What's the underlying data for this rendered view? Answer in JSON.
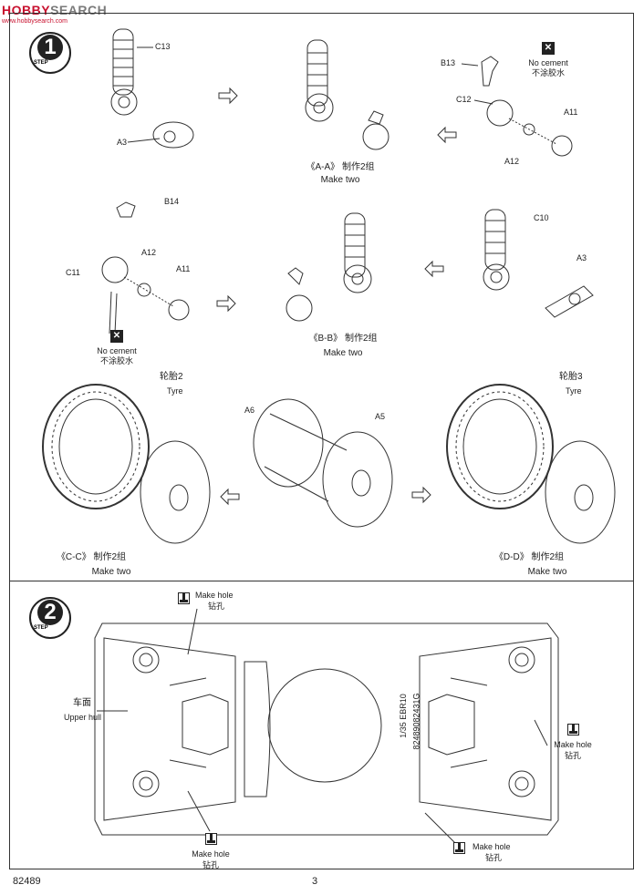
{
  "watermark": {
    "brand_a": "HOBBY",
    "brand_b": "SEARCH",
    "sub": "www.hobbysearch.com"
  },
  "step1": {
    "badge_number": "1",
    "badge_word": "STEP",
    "parts": {
      "C13": "C13",
      "A3_top": "A3",
      "B13": "B13",
      "C12": "C12",
      "A11_top": "A11",
      "A12_top": "A12",
      "B14": "B14",
      "A12_mid": "A12",
      "C11": "C11",
      "A11_mid": "A11",
      "C10": "C10",
      "A3_mid": "A3",
      "A6": "A6",
      "A5": "A5"
    },
    "no_cement_en": "No cement",
    "no_cement_cn": "不涂胶水",
    "aa_label": "《A-A》 制作2组",
    "bb_label": "《B-B》 制作2组",
    "cc_label": "《C-C》 制作2组",
    "dd_label": "《D-D》 制作2组",
    "make_two": "Make two",
    "tyre2_cn": "轮胎2",
    "tyre3_cn": "轮胎3",
    "tyre_en": "Tyre"
  },
  "step2": {
    "badge_number": "2",
    "badge_word": "STEP",
    "make_hole_en": "Make hole",
    "make_hole_cn": "钻孔",
    "upper_hull_cn": "车面",
    "upper_hull_en": "Upper hull",
    "hull_marking_1": "1/35  EBR10",
    "hull_marking_2": "82489082431G"
  },
  "footer": {
    "kit_number": "82489",
    "page_number": "3"
  }
}
